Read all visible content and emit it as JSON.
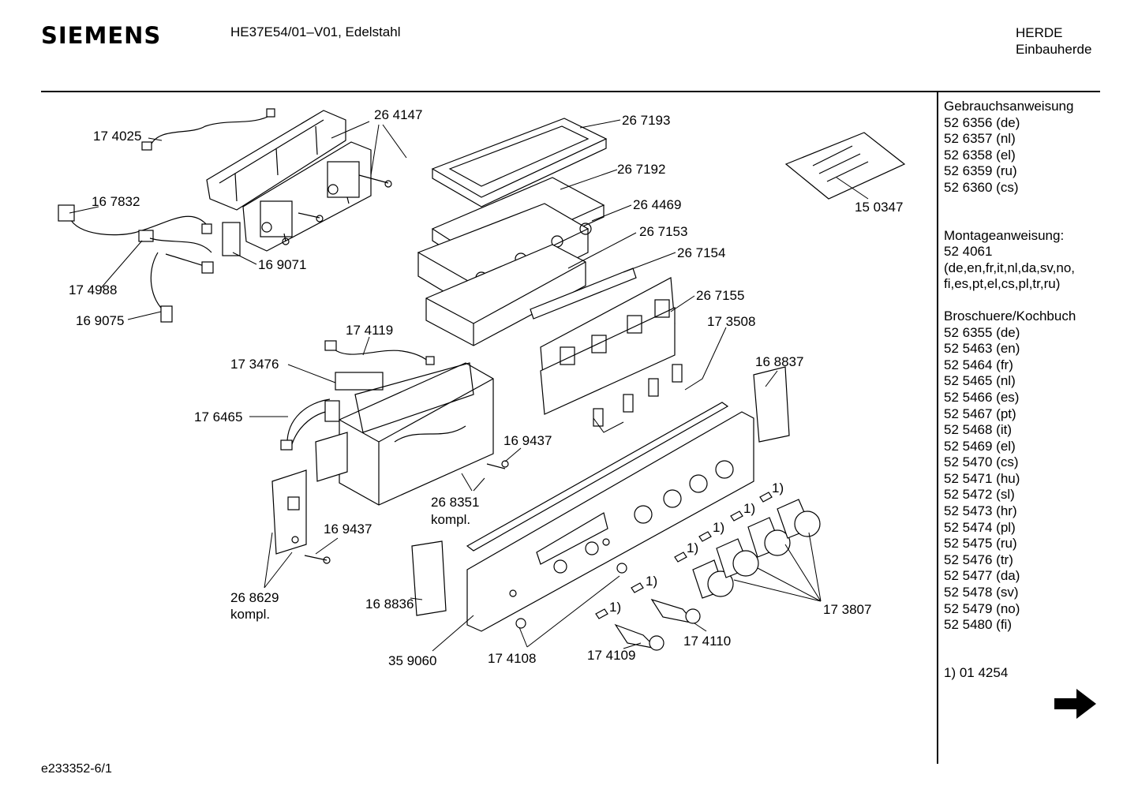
{
  "header": {
    "brand": "SIEMENS",
    "model": "HE37E54/01–V01, Edelstahl",
    "category_line1": "HERDE",
    "category_line2": "Einbauherde"
  },
  "sidebar": {
    "manual_title": "Gebrauchsanweisung",
    "manuals": [
      "52 6356 (de)",
      "52 6357 (nl)",
      "52 6358 (el)",
      "52 6359 (ru)",
      "52 6360 (cs)"
    ],
    "assembly_title": "Montageanweisung:",
    "assembly_lines": [
      "52 4061",
      "(de,en,fr,it,nl,da,sv,no,",
      "fi,es,pt,el,cs,pl,tr,ru)"
    ],
    "brochure_title": "Broschuere/Kochbuch",
    "brochures": [
      "52 6355 (de)",
      "52 5463 (en)",
      "52 5464 (fr)",
      "52 5465 (nl)",
      "52 5466 (es)",
      "52 5467 (pt)",
      "52 5468 (it)",
      "52 5469 (el)",
      "52 5470 (cs)",
      "52 5471 (hu)",
      "52 5472 (sl)",
      "52 5473 (hr)",
      "52 5474 (pl)",
      "52 5475 (ru)",
      "52 5476 (tr)",
      "52 5477 (da)",
      "52 5478 (sv)",
      "52 5479 (no)",
      "52 5480 (fi)"
    ],
    "footnote": "1) 01 4254"
  },
  "labels": {
    "p174025": "17 4025",
    "p264147": "26 4147",
    "p267193": "26 7193",
    "p267192": "26 7192",
    "p264469": "26 4469",
    "p267153": "26 7153",
    "p267154": "26 7154",
    "p267155": "26 7155",
    "p173508": "17 3508",
    "p150347": "15 0347",
    "p167832": "16 7832",
    "p169071": "16 9071",
    "p174988": "17 4988",
    "p169075": "16 9075",
    "p174119": "17 4119",
    "p173476": "17 3476",
    "p176465": "17 6465",
    "p169437a": "16 9437",
    "p268351": "26 8351",
    "kompl1": "kompl.",
    "p169437b": "16 9437",
    "p268629": "26 8629",
    "kompl2": "kompl.",
    "p168837": "16 8837",
    "p168836": "16 8836",
    "p359060": "35 9060",
    "p174108": "17 4108",
    "p174109": "17 4109",
    "p174110": "17 4110",
    "p173807": "17 3807",
    "fn1": "1)",
    "fn2": "1)",
    "fn3": "1)",
    "fn4": "1)",
    "fn5": "1)",
    "fn6": "1)"
  },
  "footer": {
    "doc_id": "e233352-6/1"
  },
  "icons": {
    "next_page": "arrow-right-icon"
  }
}
